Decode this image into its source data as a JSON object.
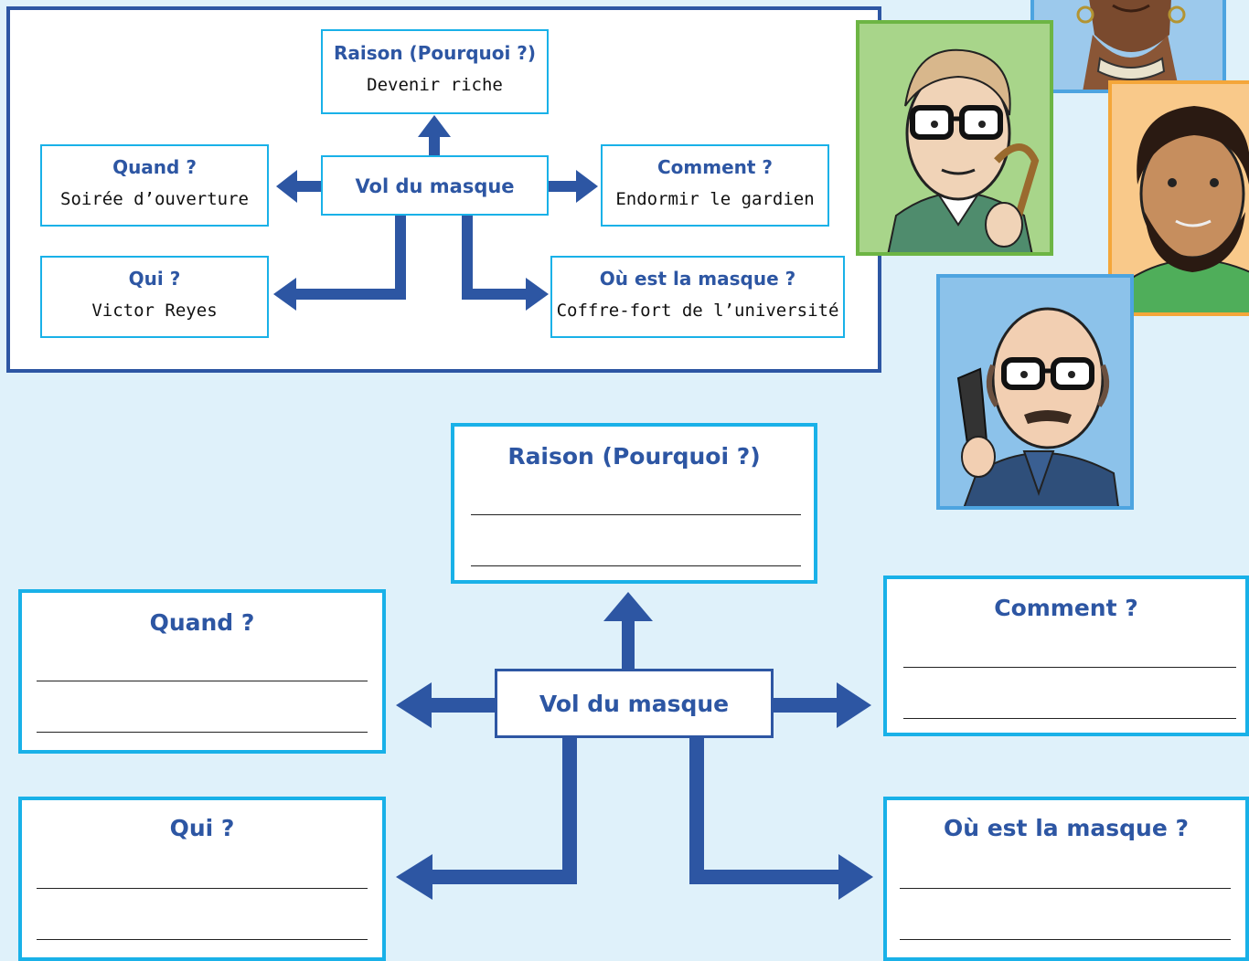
{
  "colors": {
    "arrow": "#2d56a3",
    "box_border": "#19b1e8",
    "panel_border": "#2d56a3",
    "heading": "#2d56a3",
    "background": "#dff1fa",
    "card_green": "#7bbf4b",
    "card_orange": "#f4a63a",
    "card_blue": "#4da4e0"
  },
  "example": {
    "center": "Vol du masque",
    "raison": {
      "heading": "Raison (Pourquoi ?)",
      "answer": "Devenir riche"
    },
    "quand": {
      "heading": "Quand ?",
      "answer": "Soirée d’ouverture"
    },
    "comment": {
      "heading": "Comment ?",
      "answer": "Endormir le gardien"
    },
    "qui": {
      "heading": "Qui ?",
      "answer": "Victor Reyes"
    },
    "ou": {
      "heading": "Où est la masque ?",
      "answer": "Coffre-fort de l’université"
    }
  },
  "worksheet": {
    "center": "Vol du masque",
    "raison": {
      "heading": "Raison (Pourquoi ?)"
    },
    "quand": {
      "heading": "Quand ?"
    },
    "comment": {
      "heading": "Comment ?"
    },
    "qui": {
      "heading": "Qui ?"
    },
    "ou": {
      "heading": "Où est la masque ?"
    }
  },
  "characters": [
    {
      "icon": "character-woman-earrings-icon"
    },
    {
      "icon": "character-young-man-glasses-icon"
    },
    {
      "icon": "character-bearded-man-icon"
    },
    {
      "icon": "character-bald-man-glasses-icon"
    }
  ]
}
